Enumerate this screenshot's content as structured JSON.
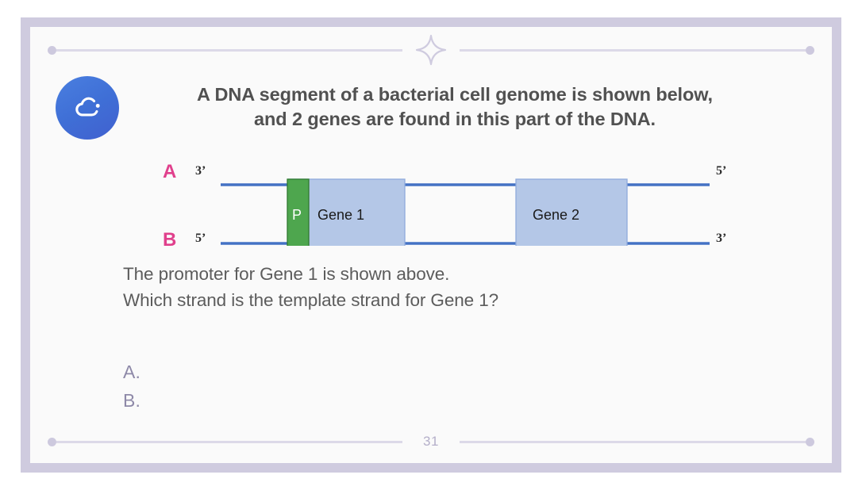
{
  "slide": {
    "page_number": "31",
    "brand_logo_icon": "cloud-icon",
    "sparkle_icon": "four-point-star-icon",
    "colors": {
      "frame_border": "#cfcbdf",
      "card_background": "#fafafa",
      "logo_blue": "#3f6fd6",
      "title_text": "#515151",
      "prompt_text": "#5c5c5c",
      "option_text": "#8e89a8",
      "deco_purple": "#cdc9de",
      "strand_blue": "#4472c4",
      "gene_box_fill": "#b4c7e7",
      "gene_box_border": "#8faadc",
      "promoter_fill": "#4ea64e",
      "promoter_border": "#2f7a2f",
      "strand_label_pink": "#e0408c"
    }
  },
  "header": {
    "title_line_1": "A DNA segment of a bacterial cell genome is shown below,",
    "title_line_2": "and 2 genes are found in this part of the DNA."
  },
  "diagram": {
    "strands": [
      {
        "id": "A",
        "name": "strand-a",
        "label": "A",
        "left_end_label": "3’",
        "right_end_label": "5’"
      },
      {
        "id": "B",
        "name": "strand-b",
        "label": "B",
        "left_end_label": "5’",
        "right_end_label": "3’"
      }
    ],
    "features": [
      {
        "id": "promoter",
        "label": "P",
        "type": "promoter"
      },
      {
        "id": "gene1",
        "label": "Gene 1",
        "type": "gene"
      },
      {
        "id": "gene2",
        "label": "Gene 2",
        "type": "gene"
      }
    ]
  },
  "prompt": {
    "line_1": "The promoter for Gene 1 is shown above.",
    "line_2": "Which strand is the template strand for Gene 1?"
  },
  "options": [
    {
      "label": "A."
    },
    {
      "label": "B."
    }
  ]
}
